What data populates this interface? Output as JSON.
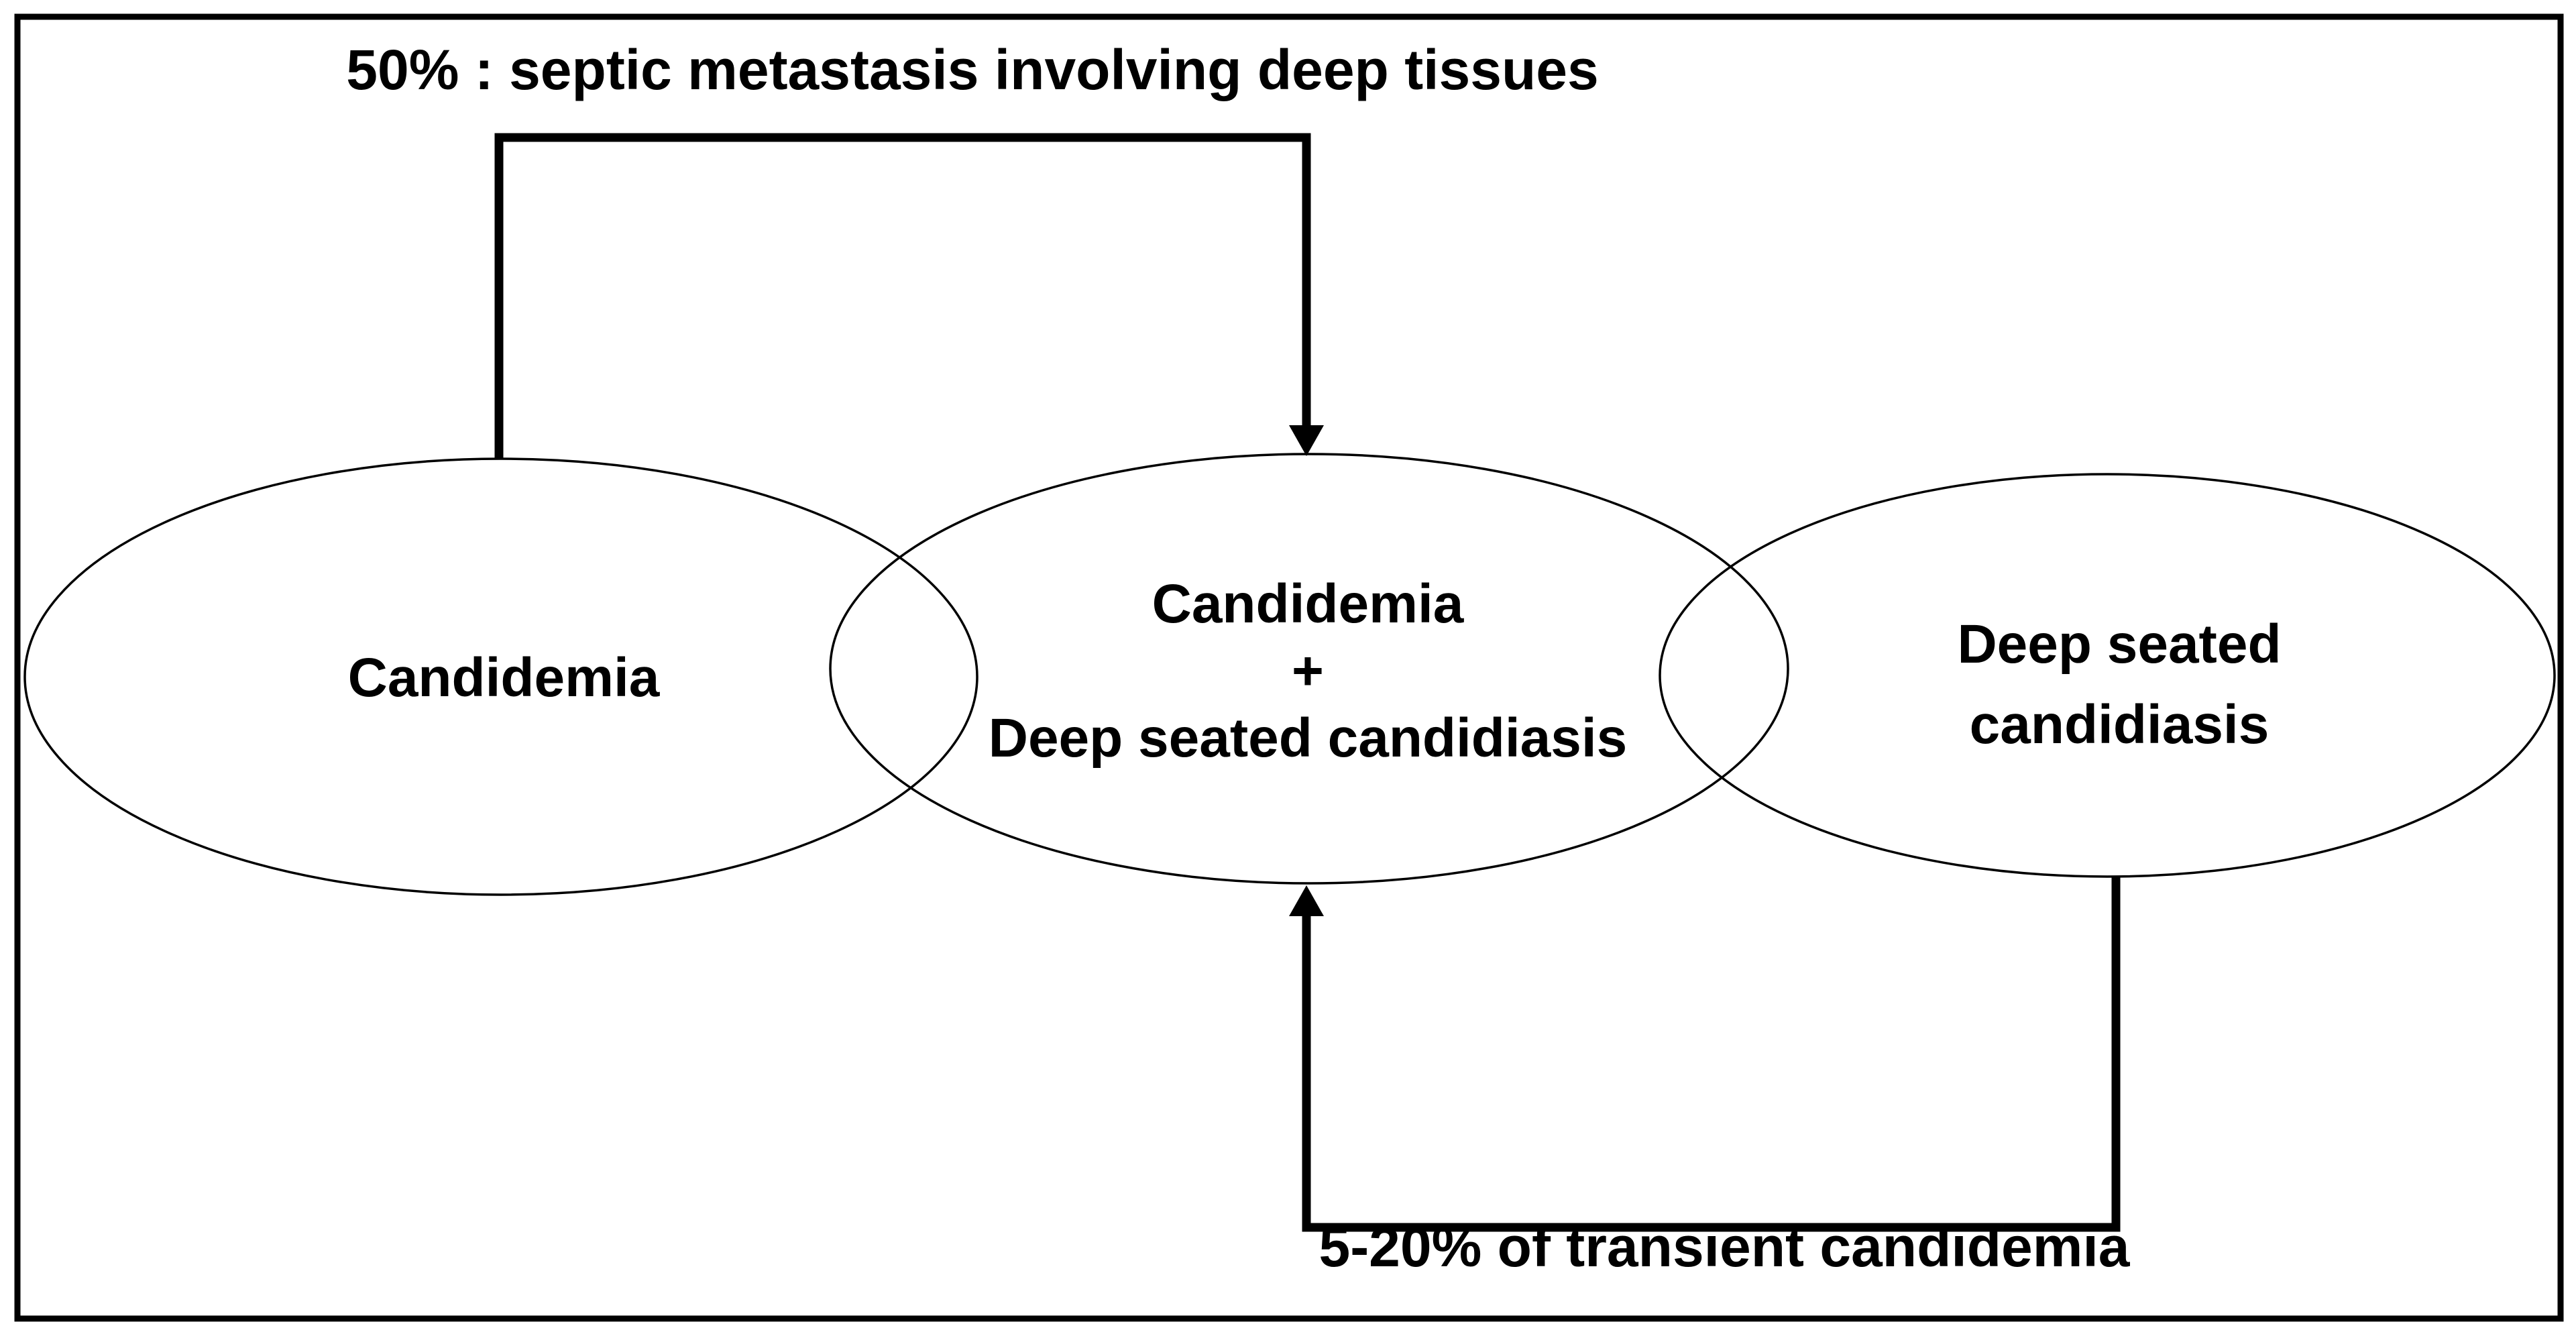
{
  "figure": {
    "background": "#ffffff",
    "stroke_color": "#000000",
    "text_color": "#000000"
  },
  "labels": {
    "top_arrow": "50% : septic metastasis involving deep tissues",
    "bottom_arrow": "5-20% of transient candidemia"
  },
  "ellipses": {
    "left": {
      "label": "Candidemia"
    },
    "middle": {
      "line1": "Candidemia",
      "line2": "+",
      "line3": "Deep seated candidiasis"
    },
    "right": {
      "line1": "Deep seated",
      "line2": "candidiasis"
    }
  }
}
